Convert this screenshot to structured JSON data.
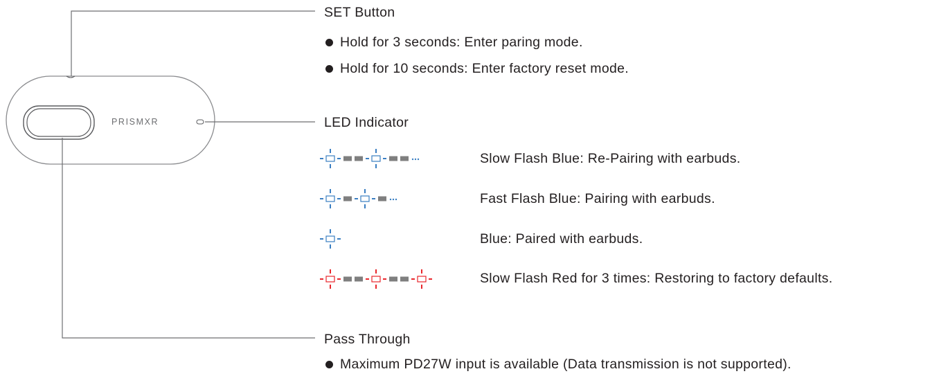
{
  "device": {
    "brand_logo": "PRISMXR"
  },
  "set_button": {
    "title": "SET Button",
    "items": [
      "Hold for 3 seconds: Enter paring mode.",
      "Hold for 10 seconds: Enter factory reset mode."
    ]
  },
  "led_indicator": {
    "title": "LED Indicator",
    "rows": [
      {
        "pattern": "slow-flash",
        "color": "#3a7ec2",
        "description": "Slow Flash Blue: Re-Pairing with earbuds."
      },
      {
        "pattern": "fast-flash",
        "color": "#3a7ec2",
        "description": "Fast Flash Blue: Pairing with earbuds."
      },
      {
        "pattern": "solid",
        "color": "#3a7ec2",
        "description": "Blue: Paired with earbuds."
      },
      {
        "pattern": "slow-flash-3-times",
        "color": "#e8262b",
        "description": "Slow Flash Red for 3 times: Restoring to factory defaults."
      }
    ],
    "off_color": "#7f7f7f"
  },
  "pass_through": {
    "title": "Pass Through",
    "items": [
      "Maximum PD27W input is available (Data transmission is not supported)."
    ]
  },
  "colors": {
    "text": "#231f20",
    "line": "#6d6e71",
    "device_outline": "#8a8b8e"
  }
}
